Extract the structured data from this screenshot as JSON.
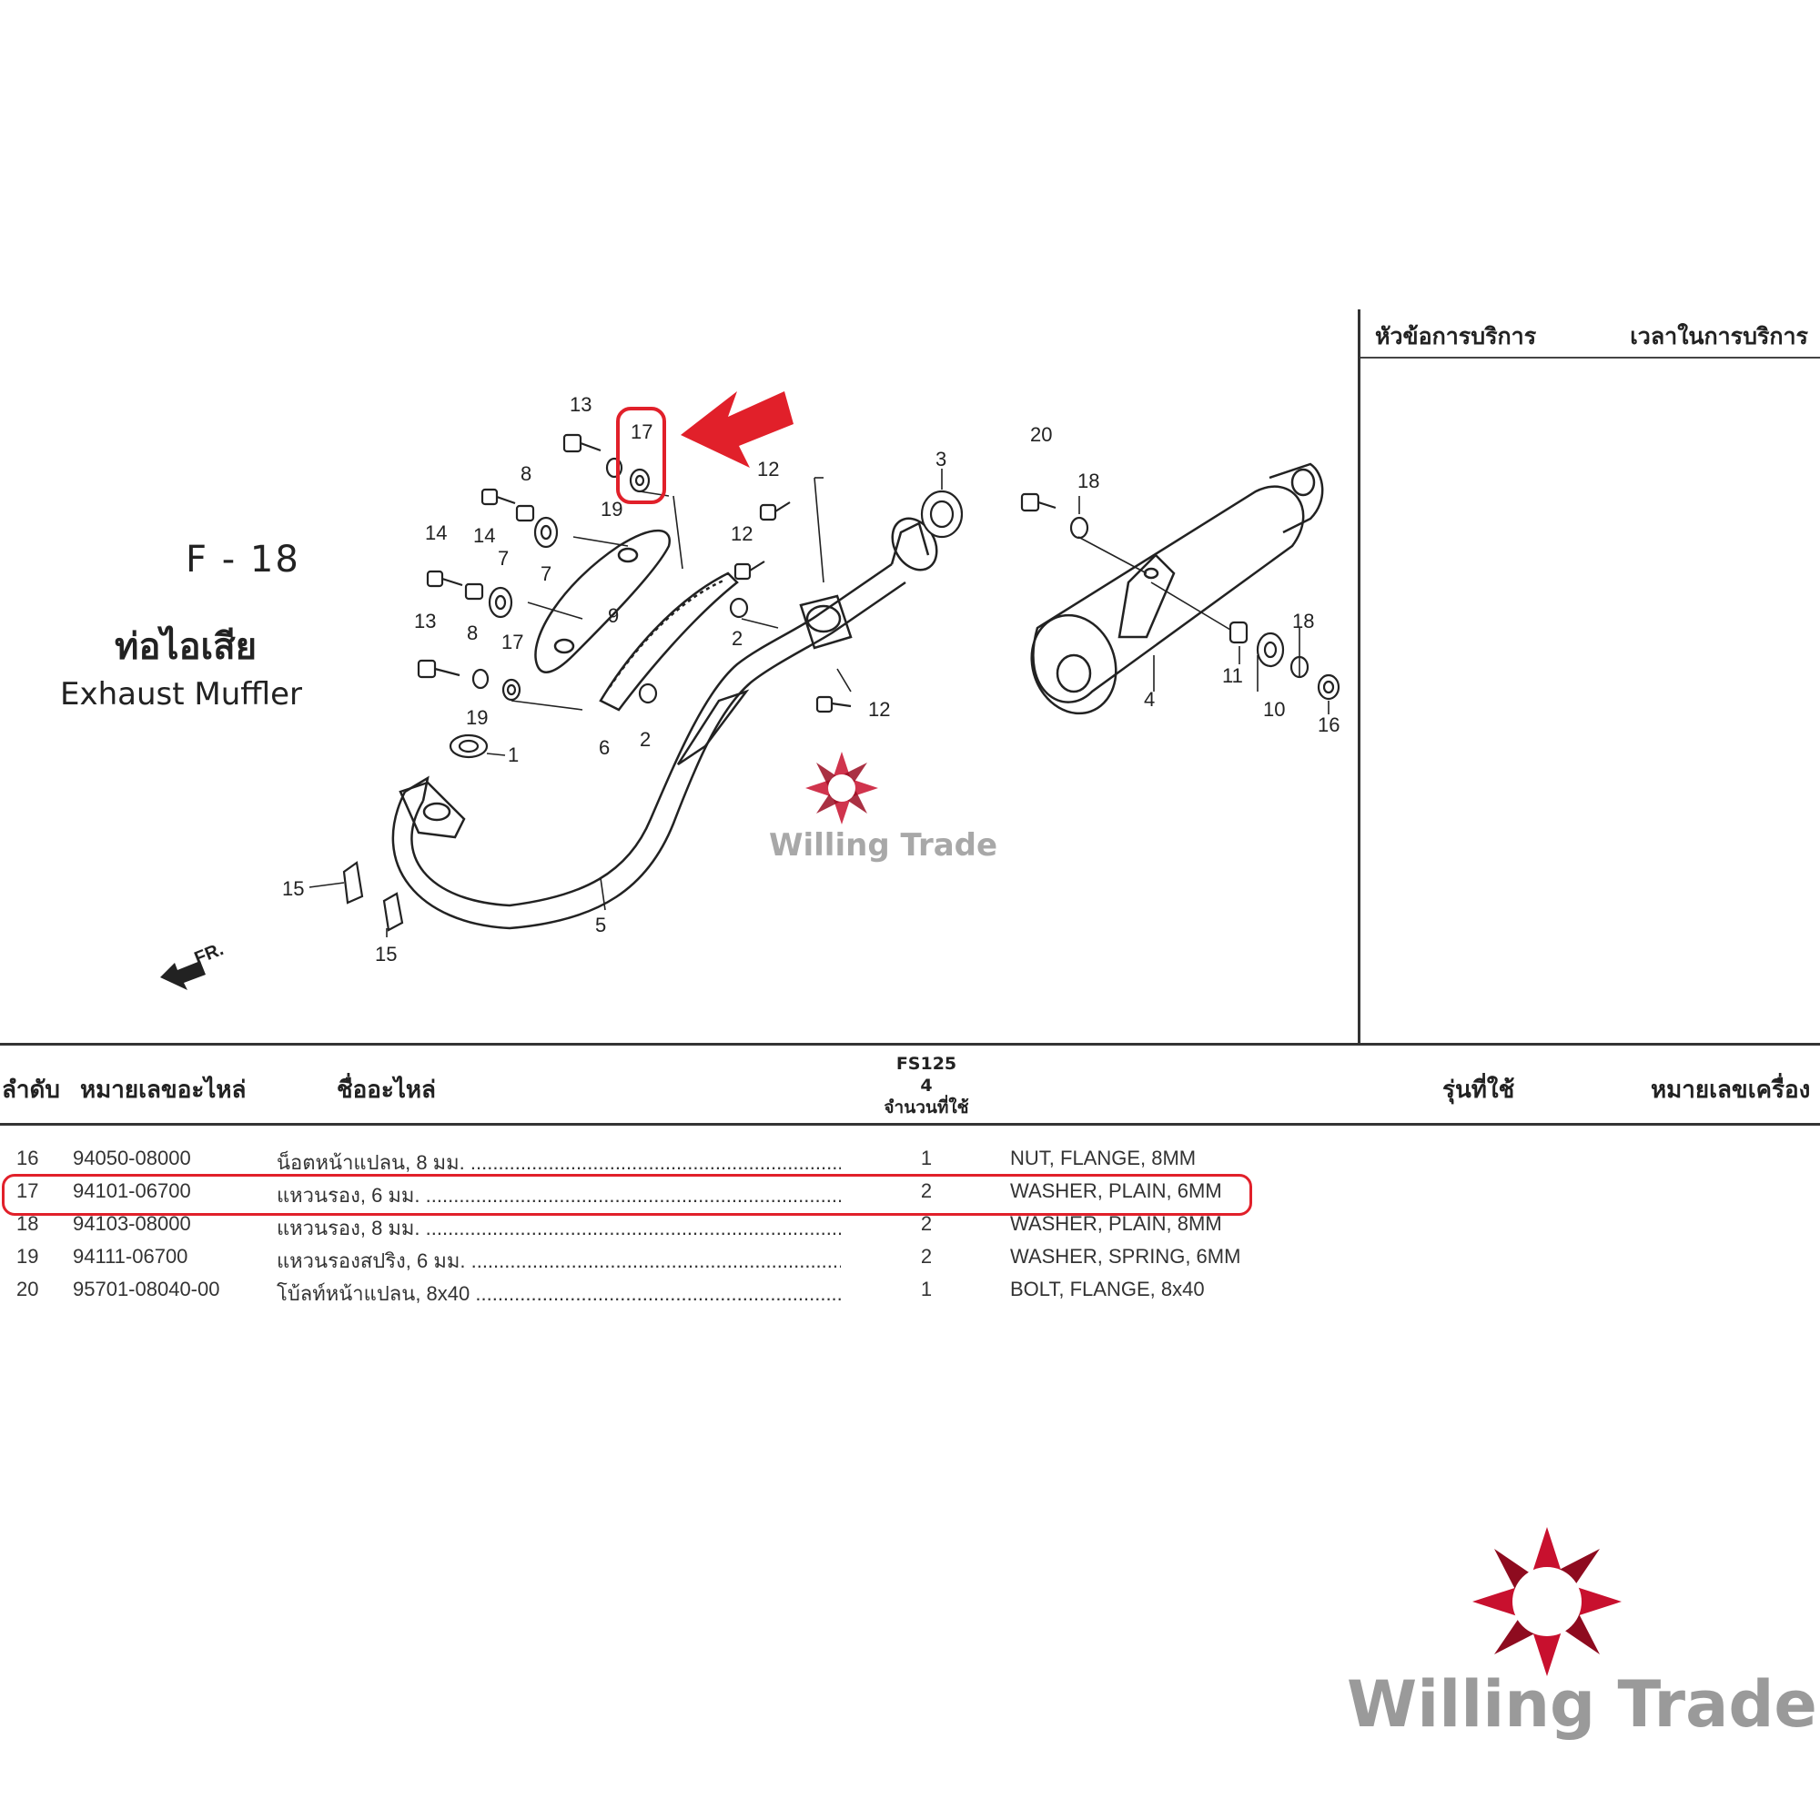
{
  "page_code": "F - 18",
  "title_th": "ท่อไอเสีย",
  "title_en": "Exhaust Muffler",
  "service_panel": {
    "col1": "หัวข้อการบริการ",
    "col2": "เวลาในการบริการ"
  },
  "diagram": {
    "callouts": [
      "13",
      "17",
      "19",
      "8",
      "12",
      "3",
      "20",
      "18",
      "14",
      "14",
      "7",
      "7",
      "9",
      "12",
      "2",
      "13",
      "8",
      "17",
      "6",
      "2",
      "19",
      "1",
      "12",
      "11",
      "10",
      "18",
      "16",
      "4",
      "15",
      "15",
      "5"
    ],
    "front_label": "FR.",
    "watermark": "Willing Trade"
  },
  "table": {
    "headers": {
      "seq": "ลำดับ",
      "part_no": "หมายเลขอะไหล่",
      "part_name": "ชื่ออะไหล่",
      "model": "FS125",
      "model_code": "4",
      "qty": "จำนวนที่ใช้",
      "models_used": "รุ่นที่ใช้",
      "engine_no": "หมายเลขเครื่อง"
    },
    "rows": [
      {
        "no": "16",
        "part_no": "94050-08000",
        "name_th": "น็อตหน้าแปลน, 8 มม. .......................................................................",
        "qty": "1",
        "name_en": "NUT, FLANGE, 8MM"
      },
      {
        "no": "17",
        "part_no": "94101-06700",
        "name_th": "แหวนรอง, 6 มม. ...................................................................................",
        "qty": "2",
        "name_en": "WASHER, PLAIN, 6MM"
      },
      {
        "no": "18",
        "part_no": "94103-08000",
        "name_th": "แหวนรอง, 8 มม. ...................................................................................",
        "qty": "2",
        "name_en": "WASHER, PLAIN, 8MM"
      },
      {
        "no": "19",
        "part_no": "94111-06700",
        "name_th": "แหวนรองสปริง, 6 มม. .........................................................................",
        "qty": "2",
        "name_en": "WASHER, SPRING, 6MM"
      },
      {
        "no": "20",
        "part_no": "95701-08040-00",
        "name_th": "โบ้ลท์หน้าแปลน, 8x40 .........................................................................",
        "qty": "1",
        "name_en": "BOLT, FLANGE, 8x40"
      }
    ]
  },
  "logo": {
    "text": "Willing Trade"
  },
  "colors": {
    "highlight": "#e1202a",
    "logo_red": "#c8102e",
    "ink": "#222222"
  }
}
